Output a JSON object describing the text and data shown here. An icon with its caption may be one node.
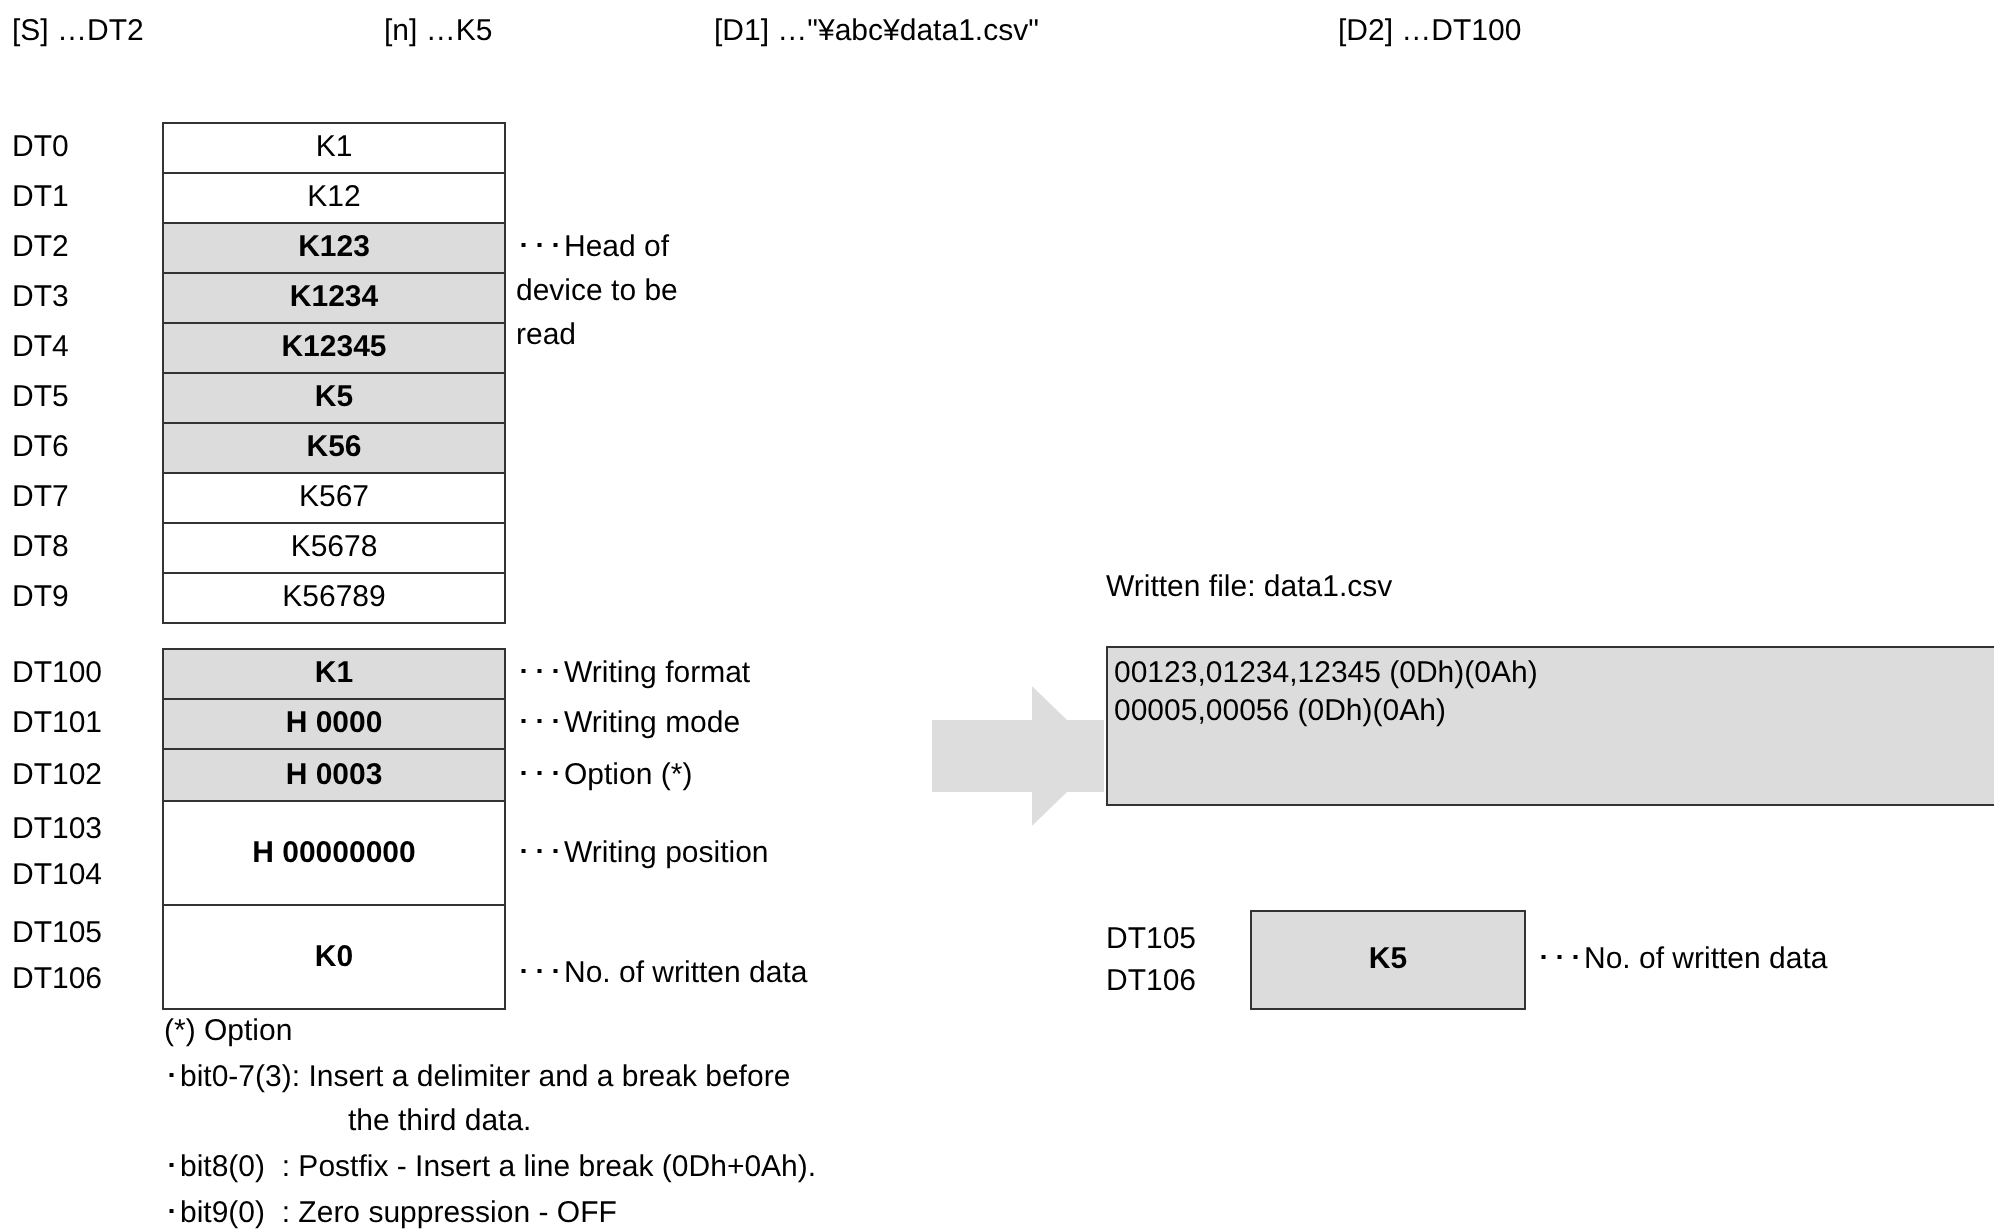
{
  "diagram": {
    "nodes": [
      {
        "text": [
          "K1"
        ],
        "beside": [
          "DT0"
        ]
      },
      {
        "text": [
          "K12"
        ],
        "beside": [
          "DT1"
        ]
      },
      {
        "text": [
          "K123"
        ],
        "beside": [
          "DT2",
          "･･･Head of device to be read"
        ]
      },
      {
        "text": [
          "K1234"
        ],
        "beside": [
          "DT3"
        ]
      },
      {
        "text": [
          "K12345"
        ],
        "beside": [
          "DT4"
        ]
      },
      {
        "text": [
          "K5"
        ],
        "beside": [
          "DT5"
        ]
      },
      {
        "text": [
          "K56"
        ],
        "beside": [
          "DT6"
        ]
      },
      {
        "text": [
          "K567"
        ],
        "beside": [
          "DT7"
        ]
      },
      {
        "text": [
          "K5678"
        ],
        "beside": [
          "DT8"
        ]
      },
      {
        "text": [
          "K56789"
        ],
        "beside": [
          "DT9"
        ]
      },
      {
        "text": [
          "K1"
        ],
        "beside": [
          "DT100",
          "･･･Writing format"
        ]
      },
      {
        "text": [
          "H 0000"
        ],
        "beside": [
          "DT101",
          "･･･Writing mode"
        ]
      },
      {
        "text": [
          "H 0003"
        ],
        "beside": [
          "DT102",
          "･･･Option (*)"
        ]
      },
      {
        "text": [
          "H 00000000"
        ],
        "beside": [
          "DT103",
          "DT104",
          "･･･Writing position"
        ]
      },
      {
        "text": [
          "K0"
        ],
        "beside": [
          "DT105",
          "DT106",
          "･･･No. of written data"
        ]
      },
      {
        "text": [
          "Written file: data1.csv",
          "00123,01234,12345 (0Dh)(0Ah)",
          "00005,00056 (0Dh)(0Ah)"
        ]
      },
      {
        "text": [
          "K5"
        ],
        "beside": [
          "DT105",
          "DT106",
          "･･･No. of written data"
        ]
      }
    ],
    "edges": [
      {
        "from": null,
        "to": 15,
        "arrow": "to"
      }
    ],
    "labels": [
      "[S] …DT2",
      "[n] …K5",
      "[D1] …\"¥abc¥data1.csv\"",
      "[D2] …DT100",
      "(*) Option",
      "･bit0-7(3): Insert a delimiter and a break before the third data.",
      "･bit8(0)  : Postfix - Insert a line break (0Dh+0Ah).",
      "･bit9(0)  : Zero suppression - OFF"
    ]
  }
}
